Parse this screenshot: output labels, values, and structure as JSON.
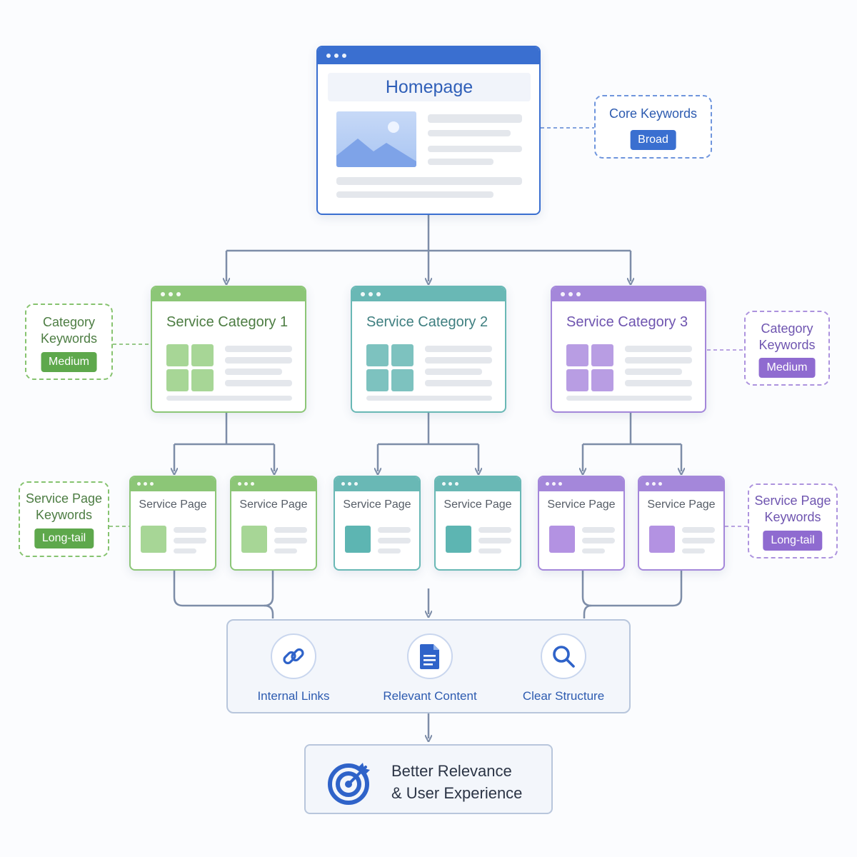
{
  "homepage": {
    "title": "Homepage"
  },
  "categories": [
    {
      "title": "Service Category 1",
      "color": "#7fbf6a",
      "light": "#a7d696",
      "text": "#4d7d43"
    },
    {
      "title": "Service Category 2",
      "color": "#5eb2b0",
      "light": "#86c7c4",
      "text": "#3f7f80"
    },
    {
      "title": "Service Category 3",
      "color": "#9b7bd6",
      "light": "#b89de3",
      "text": "#6f55b0"
    }
  ],
  "service_pages": [
    {
      "label": "Service Page"
    },
    {
      "label": "Service Page"
    },
    {
      "label": "Service Page"
    },
    {
      "label": "Service Page"
    },
    {
      "label": "Service Page"
    },
    {
      "label": "Service Page"
    }
  ],
  "callouts": {
    "core": {
      "line1": "Core Keywords",
      "badge": "Broad",
      "color": "#3a6fd0"
    },
    "category_left": {
      "line1": "Category",
      "line2": "Keywords",
      "badge": "Medium",
      "color": "#5ea84c"
    },
    "category_right": {
      "line1": "Category",
      "line2": "Keywords",
      "badge": "Medium",
      "color": "#8f6bd0"
    },
    "service_left": {
      "line1": "Service Page",
      "line2": "Keywords",
      "badge": "Long-tail",
      "color": "#5ea84c"
    },
    "service_right": {
      "line1": "Service Page",
      "line2": "Keywords",
      "badge": "Long-tail",
      "color": "#8f6bd0"
    }
  },
  "benefits": [
    {
      "label": "Internal Links",
      "icon": "link-icon"
    },
    {
      "label": "Relevant Content",
      "icon": "document-icon"
    },
    {
      "label": "Clear Structure",
      "icon": "magnifier-icon"
    }
  ],
  "result": {
    "line1": "Better Relevance",
    "line2": "& User Experience",
    "icon": "target-icon"
  },
  "colors": {
    "primary": "#3a6fd0",
    "connector": "#7d8da8",
    "text_blue": "#2d5bb0"
  }
}
